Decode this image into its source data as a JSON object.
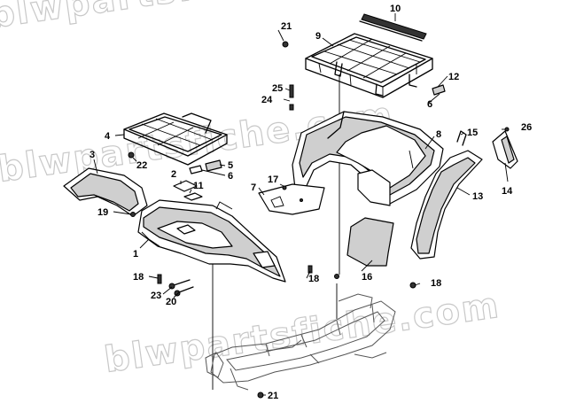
{
  "watermark": {
    "line1": "blwpartsfiche.com",
    "line2": "blwpartsfiche.com",
    "line3": "blwpartsfiche.com"
  },
  "callouts": {
    "c1": "1",
    "c2": "2",
    "c3": "3",
    "c4": "4",
    "c5": "5",
    "c6a": "6",
    "c6b": "6",
    "c7": "7",
    "c8": "8",
    "c9": "9",
    "c10": "10",
    "c11": "11",
    "c12": "12",
    "c13": "13",
    "c14": "14",
    "c15": "15",
    "c16": "16",
    "c17": "17",
    "c18a": "18",
    "c18b": "18",
    "c18c": "18",
    "c19": "19",
    "c20": "20",
    "c21a": "21",
    "c21b": "21",
    "c22": "22",
    "c23": "23",
    "c24": "24",
    "c25": "25",
    "c26": "26"
  }
}
